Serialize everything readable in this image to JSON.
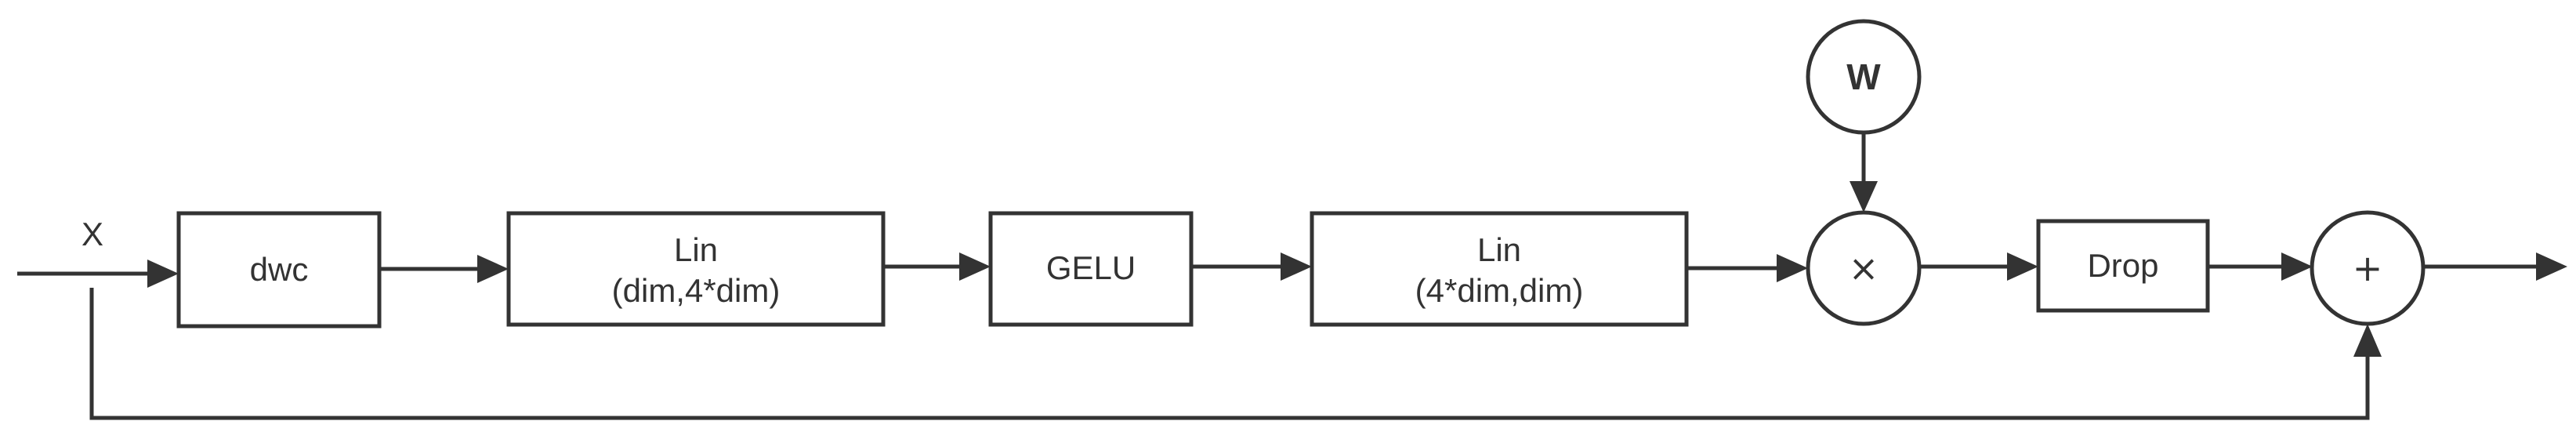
{
  "input_label": "X",
  "blocks": {
    "dwc": {
      "line1": "dwc"
    },
    "lin1": {
      "line1": "Lin",
      "line2": "(dim,4*dim)"
    },
    "gelu": {
      "line1": "GELU"
    },
    "lin2": {
      "line1": "Lin",
      "line2": "(4*dim,dim)"
    },
    "drop": {
      "line1": "Drop"
    }
  },
  "operators": {
    "weight": "W",
    "multiply": "×",
    "add": "+"
  }
}
